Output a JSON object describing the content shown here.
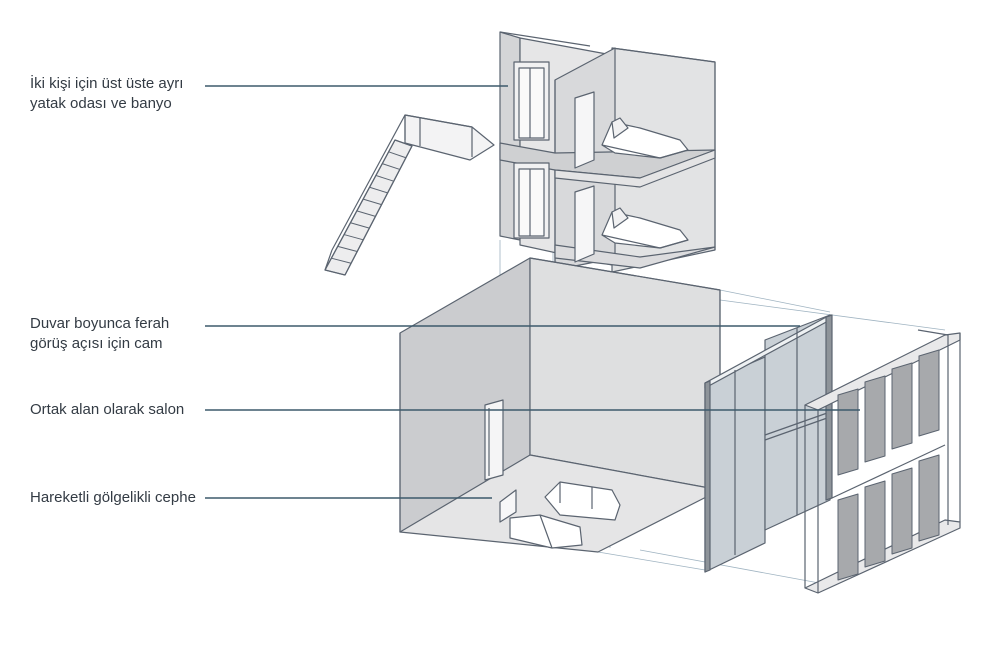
{
  "labels": [
    {
      "id": "bedrooms",
      "lines": [
        "İki kişi için üst üste ayrı",
        "yatak odası ve banyo"
      ]
    },
    {
      "id": "glass",
      "lines": [
        "Duvar boyunca ferah",
        "görüş açısı için cam"
      ]
    },
    {
      "id": "salon",
      "lines": [
        "Ortak alan olarak salon"
      ]
    },
    {
      "id": "facade",
      "lines": [
        "Hareketli gölgelikli cephe"
      ]
    }
  ],
  "colors": {
    "line": "#5b6470",
    "fill_light": "#e9e9ea",
    "fill_mid": "#d4d5d7",
    "fill_dark": "#b9bbbe",
    "glass": "#c9d0d6",
    "shade_panel": "#a7a9ac",
    "leader": "#3d5a6c",
    "text": "#333b44"
  }
}
